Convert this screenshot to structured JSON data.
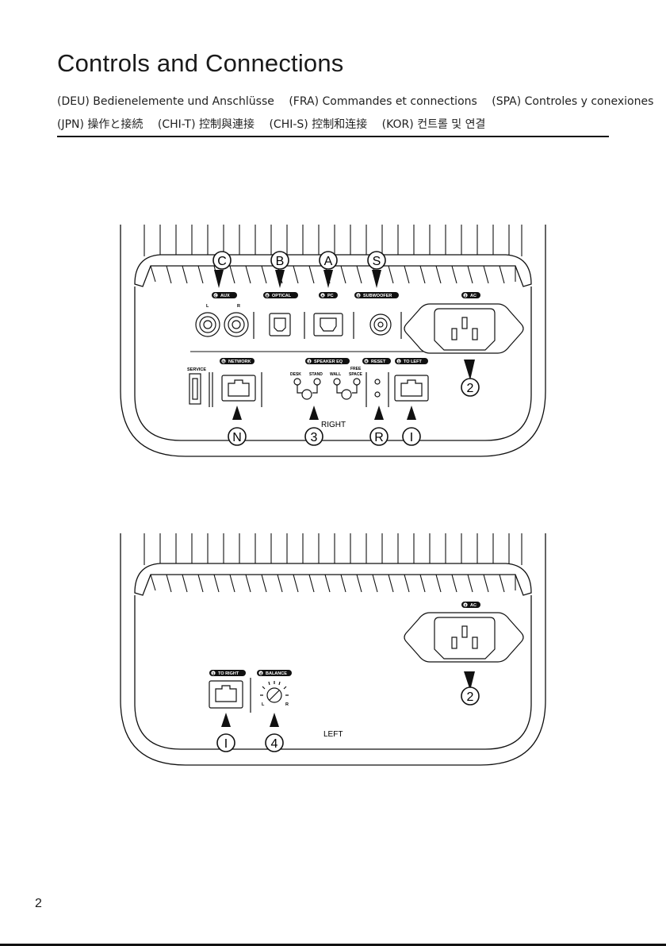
{
  "page": {
    "title": "Controls and Connections",
    "translations_line1": [
      "(DEU) Bedienelemente und Anschlüsse",
      "(FRA) Commandes et connections",
      "(SPA) Controles y conexiones"
    ],
    "translations_line2": [
      "(JPN) 操作と接続",
      "(CHI-T) 控制與連接",
      "(CHI-S) 控制和连接",
      "(KOR) 컨트롤 및 연결"
    ],
    "page_number": "2"
  },
  "right_speaker": {
    "side_label": "RIGHT",
    "top_callouts": [
      "C",
      "B",
      "A",
      "S"
    ],
    "bottom_callouts": [
      "N",
      "3",
      "R",
      "I"
    ],
    "power_callout": "2",
    "port_labels": {
      "aux": "AUX",
      "aux_letter": "C",
      "optical": "OPTICAL",
      "optical_letter": "B",
      "pc": "PC",
      "pc_letter": "A",
      "subwoofer": "SUBWOOFER",
      "subwoofer_letter": "S",
      "ac": "AC",
      "ac_letter": "2",
      "network": "NETWORK",
      "network_letter": "N",
      "speaker_eq": "SPEAKER EQ",
      "speaker_eq_letter": "3",
      "reset": "RESET",
      "reset_letter": "R",
      "to_left": "TO LEFT",
      "to_left_letter": "1"
    },
    "aux_channels": [
      "L",
      "R"
    ],
    "service": "SERVICE",
    "eq_modes": [
      "DESK",
      "STAND",
      "WALL",
      "FREE",
      "SPACE"
    ]
  },
  "left_speaker": {
    "side_label": "LEFT",
    "bottom_callouts": [
      "I",
      "4"
    ],
    "power_callout": "2",
    "port_labels": {
      "ac": "AC",
      "ac_letter": "2",
      "to_right": "TO RIGHT",
      "to_right_letter": "1",
      "balance": "BALANCE",
      "balance_letter": "4"
    },
    "balance_ends": [
      "L",
      "R"
    ]
  }
}
